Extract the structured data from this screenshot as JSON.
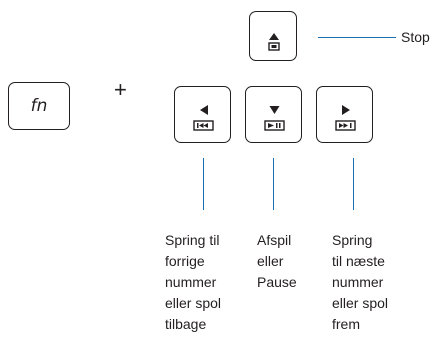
{
  "fn_key": {
    "label": "fn"
  },
  "plus_symbol": "+",
  "callouts": {
    "stop": "Stop",
    "previous": "Spring til\nforrige\nnummer\neller spol\ntilbage",
    "play_pause": "Afspil\neller\nPause",
    "next": "Spring\ntil næste\nnummer\neller spol\nfrem"
  },
  "colors": {
    "leader_line": "#1b6fb0",
    "key_border": "#231f20"
  },
  "icons": {
    "stop_key": "eject-stop-icon",
    "previous_key": "previous-track-icon",
    "play_pause_key": "play-pause-icon",
    "next_key": "next-track-icon"
  }
}
